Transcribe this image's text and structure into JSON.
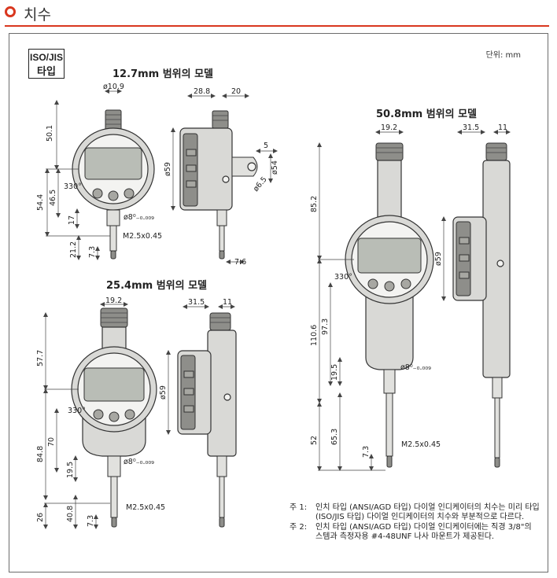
{
  "header": {
    "title": "치수"
  },
  "badge": {
    "line1": "ISO/JIS",
    "line2": "타입"
  },
  "unit_label": "단위: mm",
  "sections": {
    "s127": {
      "title": "12.7mm 범위의 모델"
    },
    "s254": {
      "title": "25.4mm 범위의 모델"
    },
    "s508": {
      "title": "50.8mm 범위의 모델"
    }
  },
  "dims": {
    "s127": {
      "top_dia": "ø10.9",
      "d501": "50.1",
      "d545": "54.4",
      "d465": "46.5",
      "d17": "17",
      "d212": "21.2",
      "d73": "7.3",
      "angle": "330°",
      "stem_dia": "ø8⁰₋₀.₀₀₉",
      "thread": "M2.5x0.45",
      "w288": "28.8",
      "w20": "20",
      "dia59": "ø59",
      "w5": "5",
      "dia54": "ø54",
      "dia6": "ø6.5",
      "w76": "7.6"
    },
    "s254": {
      "w192": "19.2",
      "d577": "57.7",
      "angle": "330°",
      "d70": "70",
      "d848": "84.8",
      "d195": "19.5",
      "d408": "40.8",
      "d26": "26",
      "stem_dia": "ø8⁰₋₀.₀₀₉",
      "d73": "7.3",
      "thread": "M2.5x0.45",
      "w315": "31.5",
      "w11": "11",
      "dia59": "ø59"
    },
    "s508": {
      "w192": "19.2",
      "d852": "85.2",
      "angle": "330°",
      "d1106": "110.6",
      "d973": "97.3",
      "d195": "19.5",
      "stem_dia": "ø8⁰₋₀.₀₀₉",
      "d52": "52",
      "d653": "65.3",
      "d73": "7.3",
      "thread": "M2.5x0.45",
      "w315": "31.5",
      "w11": "11",
      "dia59": "ø59"
    }
  },
  "notes": [
    {
      "tag": "주 1:",
      "text": "인치 타입 (ANSI/AGD 타입) 다이얼 인디케이터의 치수는 미리 타입 (ISO/JIS 타입) 다이얼 인디케이터의 치수와 부분적으로 다르다."
    },
    {
      "tag": "주 2:",
      "text": "인치 타입 (ANSI/AGD 타입) 다이얼 인디케이터에는 직경 3/8\"의 스템과 측정자용 #4-48UNF 나사 마운트가 제공된다."
    }
  ],
  "colors": {
    "accent": "#d9371f",
    "frame": "#6c6c6c"
  }
}
